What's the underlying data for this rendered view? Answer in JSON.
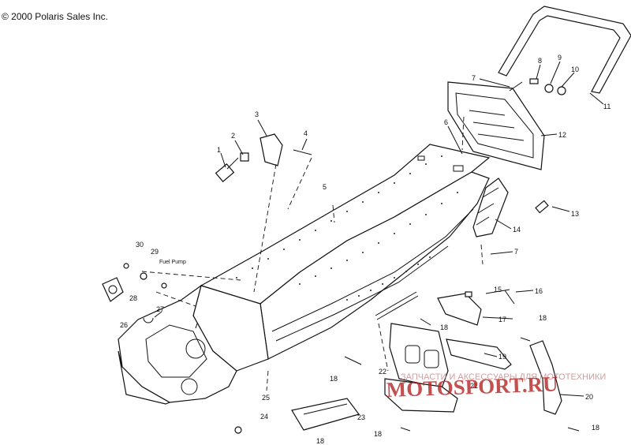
{
  "copyright": "© 2000 Polaris Sales Inc.",
  "callouts": [
    {
      "id": "c1",
      "label": "1"
    },
    {
      "id": "c2",
      "label": "2"
    },
    {
      "id": "c3",
      "label": "3"
    },
    {
      "id": "c4",
      "label": "4"
    },
    {
      "id": "c5",
      "label": "5"
    },
    {
      "id": "c6",
      "label": "6"
    },
    {
      "id": "c7a",
      "label": "7"
    },
    {
      "id": "c7b",
      "label": "7"
    },
    {
      "id": "c8",
      "label": "8"
    },
    {
      "id": "c9",
      "label": "9"
    },
    {
      "id": "c10",
      "label": "10"
    },
    {
      "id": "c11",
      "label": "11"
    },
    {
      "id": "c12",
      "label": "12"
    },
    {
      "id": "c13",
      "label": "13"
    },
    {
      "id": "c14",
      "label": "14"
    },
    {
      "id": "c15",
      "label": "15"
    },
    {
      "id": "c16",
      "label": "16"
    },
    {
      "id": "c17",
      "label": "17"
    },
    {
      "id": "c18a",
      "label": "18"
    },
    {
      "id": "c18b",
      "label": "18"
    },
    {
      "id": "c18c",
      "label": "18"
    },
    {
      "id": "c18d",
      "label": "18"
    },
    {
      "id": "c18e",
      "label": "18"
    },
    {
      "id": "c18f",
      "label": "18"
    },
    {
      "id": "c19",
      "label": "19"
    },
    {
      "id": "c20",
      "label": "20"
    },
    {
      "id": "c21",
      "label": "21"
    },
    {
      "id": "c22",
      "label": "22"
    },
    {
      "id": "c23",
      "label": "23"
    },
    {
      "id": "c24",
      "label": "24"
    },
    {
      "id": "c25",
      "label": "25"
    },
    {
      "id": "c26",
      "label": "26"
    },
    {
      "id": "c27",
      "label": "27"
    },
    {
      "id": "c28",
      "label": "28"
    },
    {
      "id": "c29",
      "label": "29"
    },
    {
      "id": "c30",
      "label": "30"
    }
  ],
  "note_label": "Fuel Pump",
  "watermark": {
    "line1": "ЗАПЧАСТИ И АКСЕССУАРЫ ДЛЯ МОТОТЕХНИКИ",
    "line2": "MOTOSPORT.RU"
  }
}
